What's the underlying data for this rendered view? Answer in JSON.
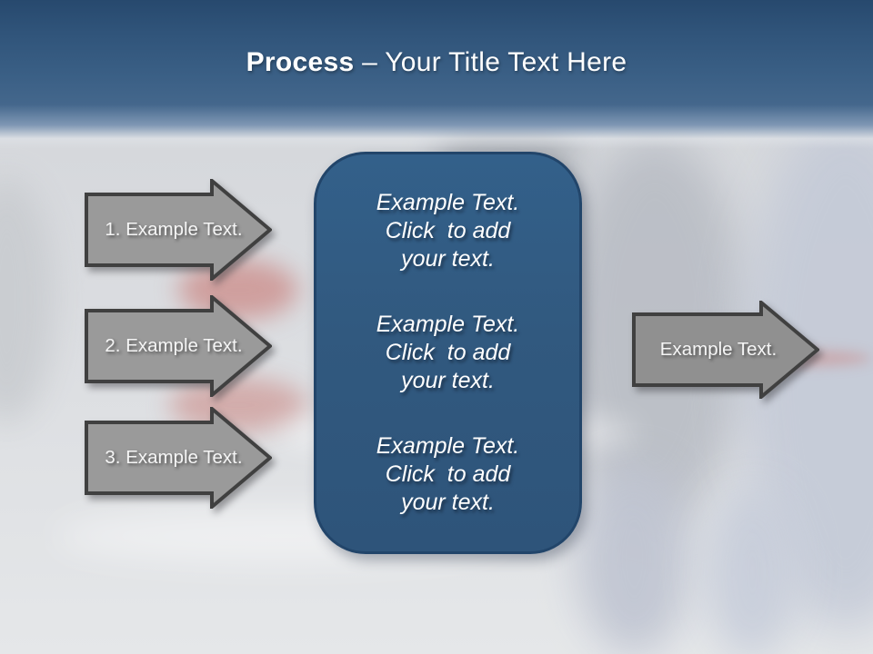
{
  "slide": {
    "title": {
      "bold": "Process",
      "rest": "– Your Title Text Here"
    },
    "left_arrows": [
      {
        "label": "1. Example Text."
      },
      {
        "label": "2. Example Text."
      },
      {
        "label": "3. Example Text."
      }
    ],
    "right_arrow": {
      "label": "Example Text."
    },
    "center_box": {
      "paragraphs": [
        {
          "line1": "Example Text.",
          "line2": "Click  to add",
          "line3": "your text."
        },
        {
          "line1": "Example Text.",
          "line2": "Click  to add",
          "line3": "your text."
        },
        {
          "line1": "Example Text.",
          "line2": "Click  to add",
          "line3": "your text."
        }
      ]
    },
    "colors": {
      "header_top": "#27496e",
      "header_mid": "#3a5f85",
      "box_fill": "#31597f",
      "box_border": "#22456a",
      "arrow_fill": "#9a9a9a",
      "arrow_border": "#404040",
      "background": "#dcdee1",
      "red_blur_accent": "#c66e68"
    }
  }
}
